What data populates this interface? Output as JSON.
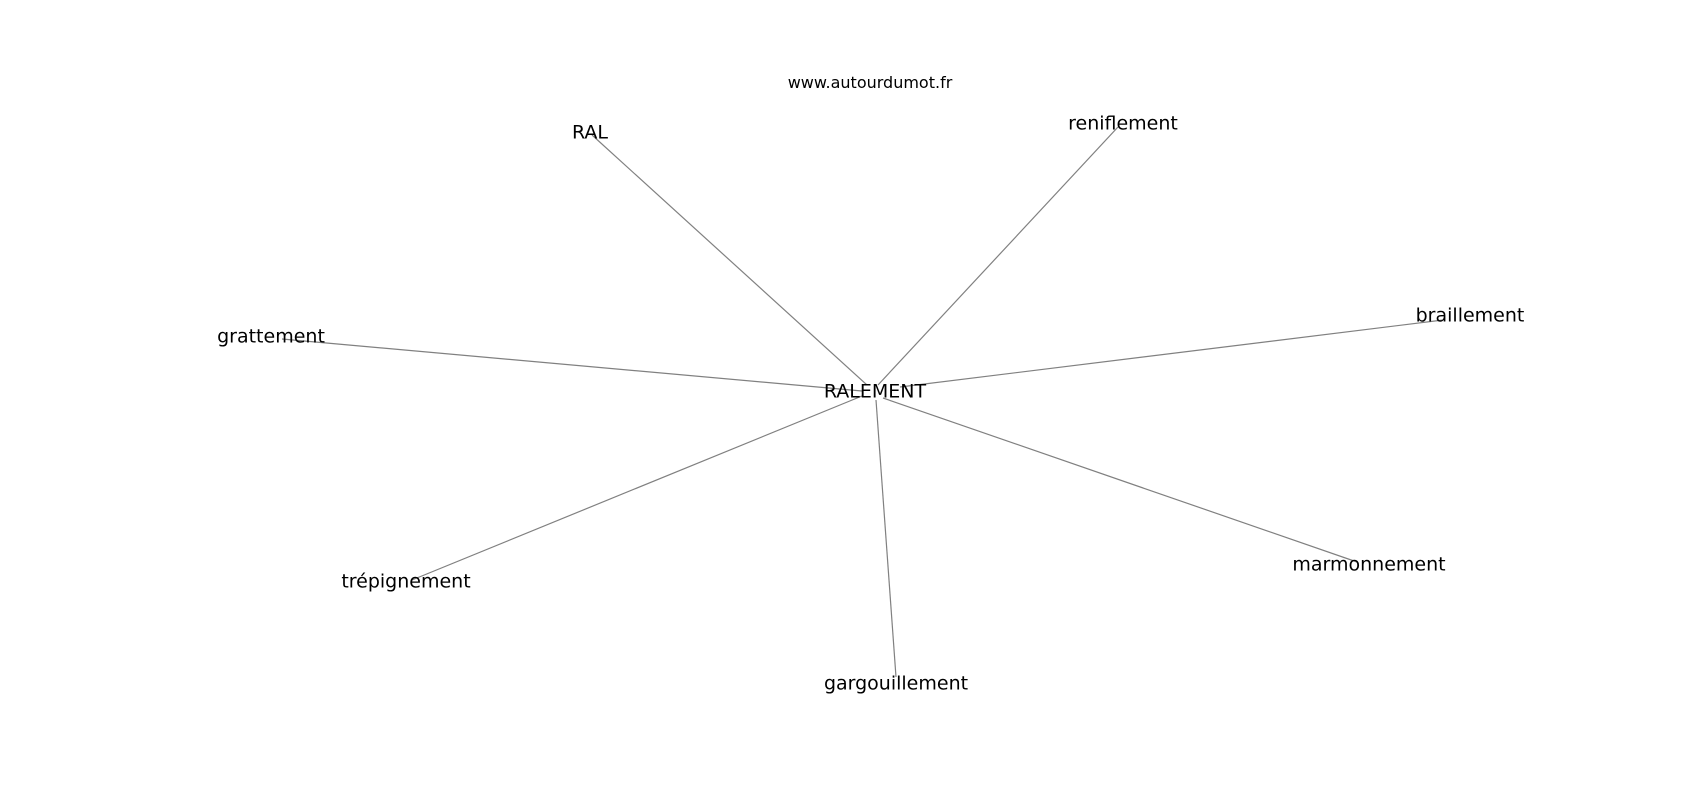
{
  "site": "www.autourdumot.fr",
  "graph": {
    "center": {
      "id": "center",
      "label": "RALEMENT"
    },
    "nodes": [
      {
        "id": "ral",
        "label": "RAL"
      },
      {
        "id": "reniflement",
        "label": "reniflement"
      },
      {
        "id": "braillement",
        "label": "braillement"
      },
      {
        "id": "grattement",
        "label": "grattement"
      },
      {
        "id": "trepignement",
        "label": "trépignement"
      },
      {
        "id": "gargouillement",
        "label": "gargouillement"
      },
      {
        "id": "marmonnement",
        "label": "marmonnement"
      }
    ],
    "edges": [
      {
        "from": "center",
        "to": "ral"
      },
      {
        "from": "center",
        "to": "reniflement"
      },
      {
        "from": "center",
        "to": "braillement"
      },
      {
        "from": "center",
        "to": "grattement"
      },
      {
        "from": "center",
        "to": "trepignement"
      },
      {
        "from": "center",
        "to": "gargouillement"
      },
      {
        "from": "center",
        "to": "marmonnement"
      }
    ]
  },
  "colors": {
    "edge": "#808080",
    "text": "#000000",
    "background": "#ffffff"
  }
}
